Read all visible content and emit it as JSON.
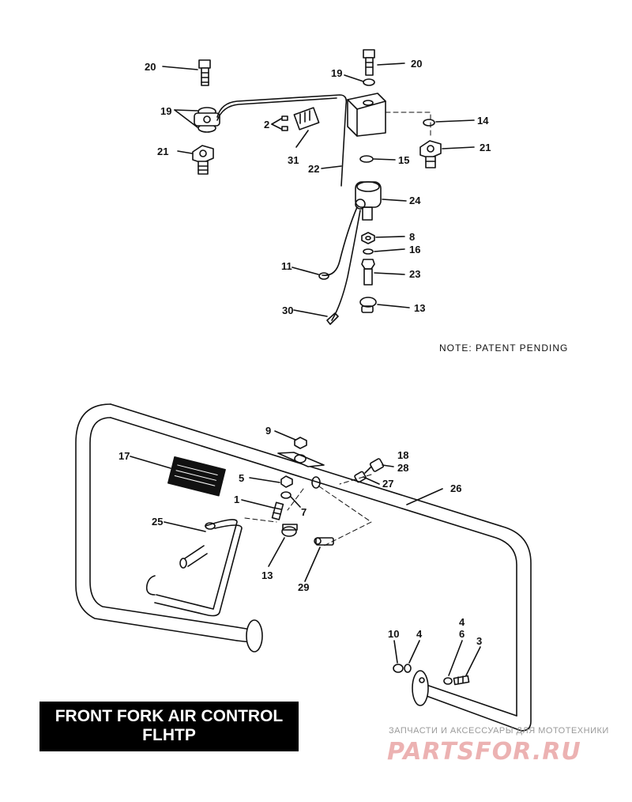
{
  "callouts": {
    "c20a": "20",
    "c20b": "20",
    "c19a": "19",
    "c19b": "19",
    "c21a": "21",
    "c21b": "21",
    "c2": "2",
    "c31": "31",
    "c14": "14",
    "c15": "15",
    "c22": "22",
    "c24": "24",
    "c8": "8",
    "c16": "16",
    "c11": "11",
    "c23": "23",
    "c30": "30",
    "c13a": "13",
    "c9": "9",
    "c17": "17",
    "c18": "18",
    "c28": "28",
    "c5": "5",
    "c27": "27",
    "c26": "26",
    "c1": "1",
    "c7": "7",
    "c25": "25",
    "c13b": "13",
    "c29": "29",
    "c4a": "4",
    "c6": "6",
    "c10": "10",
    "c4b": "4",
    "c3": "3"
  },
  "note": "NOTE: PATENT PENDING",
  "title": {
    "line1": "FRONT FORK AIR CONTROL",
    "line2": "FLHTP"
  },
  "watermark": {
    "tagline": "ЗАПЧАСТИ И АКСЕССУАРЫ ДЛЯ МОТОТЕХНИКИ",
    "brand": "PARTSFOR.RU"
  }
}
